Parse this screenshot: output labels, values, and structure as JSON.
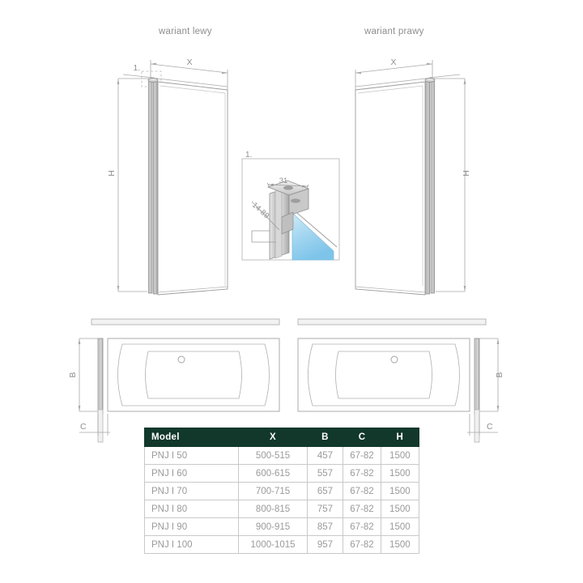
{
  "diagram": {
    "left_variant_label": "wariant lewy",
    "right_variant_label": "wariant prawy",
    "dim_x": "X",
    "dim_h": "H",
    "dim_b": "B",
    "dim_c": "C",
    "callout_marker": "1.",
    "detail": {
      "marker": "1.",
      "dim_profile": "31",
      "dim_range": "14-89",
      "glass_color": "#9fd4ef"
    },
    "colors": {
      "line": "#8d8d8d",
      "line_light": "#b5b5b5",
      "metal": "#c4c4c4",
      "text": "#8e8e8e",
      "table_header_bg": "#12382c",
      "table_border": "#c9c9c9"
    }
  },
  "table": {
    "columns": [
      "Model",
      "X",
      "B",
      "C",
      "H"
    ],
    "rows": [
      {
        "model": "PNJ I 50",
        "x": "500-515",
        "b": "457",
        "c": "67-82",
        "h": "1500"
      },
      {
        "model": "PNJ I 60",
        "x": "600-615",
        "b": "557",
        "c": "67-82",
        "h": "1500"
      },
      {
        "model": "PNJ I 70",
        "x": "700-715",
        "b": "657",
        "c": "67-82",
        "h": "1500"
      },
      {
        "model": "PNJ I 80",
        "x": "800-815",
        "b": "757",
        "c": "67-82",
        "h": "1500"
      },
      {
        "model": "PNJ I 90",
        "x": "900-915",
        "b": "857",
        "c": "67-82",
        "h": "1500"
      },
      {
        "model": "PNJ I 100",
        "x": "1000-1015",
        "b": "957",
        "c": "67-82",
        "h": "1500"
      }
    ]
  }
}
